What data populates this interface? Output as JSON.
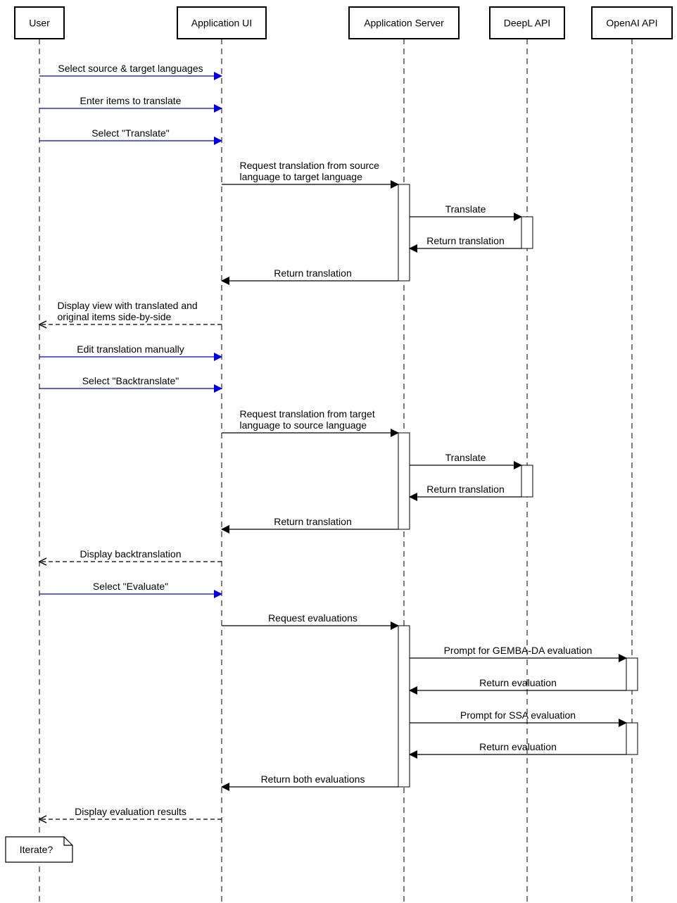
{
  "participants": [
    {
      "id": "user",
      "label": "User"
    },
    {
      "id": "ui",
      "label": "Application UI"
    },
    {
      "id": "server",
      "label": "Application Server"
    },
    {
      "id": "deepl",
      "label": "DeepL API"
    },
    {
      "id": "openai",
      "label": "OpenAI API"
    }
  ],
  "messages": [
    {
      "from": "user",
      "to": "ui",
      "kind": "user",
      "lines": [
        "Select source & target languages"
      ]
    },
    {
      "from": "user",
      "to": "ui",
      "kind": "user",
      "lines": [
        "Enter items to translate"
      ]
    },
    {
      "from": "user",
      "to": "ui",
      "kind": "user",
      "lines": [
        "Select \"Translate\""
      ]
    },
    {
      "from": "ui",
      "to": "server",
      "kind": "sync",
      "lines": [
        "Request translation from source",
        "language to target language"
      ]
    },
    {
      "from": "server",
      "to": "deepl",
      "kind": "sync",
      "lines": [
        "Translate"
      ]
    },
    {
      "from": "deepl",
      "to": "server",
      "kind": "sync",
      "lines": [
        "Return translation"
      ]
    },
    {
      "from": "server",
      "to": "ui",
      "kind": "sync",
      "lines": [
        "Return translation"
      ]
    },
    {
      "from": "ui",
      "to": "user",
      "kind": "reply",
      "lines": [
        "Display view with translated and",
        "original items side-by-side"
      ]
    },
    {
      "from": "user",
      "to": "ui",
      "kind": "user",
      "lines": [
        "Edit translation manually"
      ]
    },
    {
      "from": "user",
      "to": "ui",
      "kind": "user",
      "lines": [
        "Select \"Backtranslate\""
      ]
    },
    {
      "from": "ui",
      "to": "server",
      "kind": "sync",
      "lines": [
        "Request translation from target",
        "language to source language"
      ]
    },
    {
      "from": "server",
      "to": "deepl",
      "kind": "sync",
      "lines": [
        "Translate"
      ]
    },
    {
      "from": "deepl",
      "to": "server",
      "kind": "sync",
      "lines": [
        "Return translation"
      ]
    },
    {
      "from": "server",
      "to": "ui",
      "kind": "sync",
      "lines": [
        "Return translation"
      ]
    },
    {
      "from": "ui",
      "to": "user",
      "kind": "reply",
      "lines": [
        "Display backtranslation"
      ]
    },
    {
      "from": "user",
      "to": "ui",
      "kind": "user",
      "lines": [
        "Select \"Evaluate\""
      ]
    },
    {
      "from": "ui",
      "to": "server",
      "kind": "sync",
      "lines": [
        "Request evaluations"
      ]
    },
    {
      "from": "server",
      "to": "openai",
      "kind": "sync",
      "lines": [
        "Prompt for GEMBA-DA evaluation"
      ]
    },
    {
      "from": "openai",
      "to": "server",
      "kind": "sync",
      "lines": [
        "Return evaluation"
      ]
    },
    {
      "from": "server",
      "to": "openai",
      "kind": "sync",
      "lines": [
        "Prompt for SSA evaluation"
      ]
    },
    {
      "from": "openai",
      "to": "server",
      "kind": "sync",
      "lines": [
        "Return evaluation"
      ]
    },
    {
      "from": "server",
      "to": "ui",
      "kind": "sync",
      "lines": [
        "Return both evaluations"
      ]
    },
    {
      "from": "ui",
      "to": "user",
      "kind": "reply",
      "lines": [
        "Display evaluation results"
      ]
    }
  ],
  "note": {
    "text": "Iterate?"
  },
  "colors": {
    "user_arrow": "#0000ee",
    "line": "#000000",
    "background": "#ffffff"
  }
}
